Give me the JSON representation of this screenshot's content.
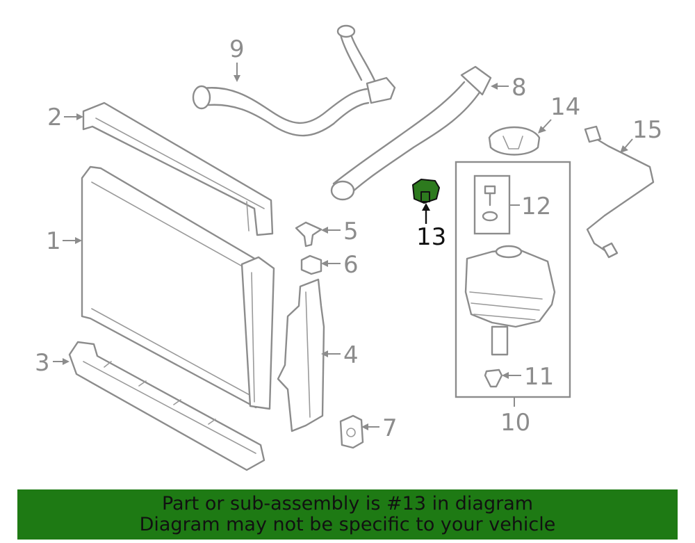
{
  "diagram": {
    "callouts": {
      "c1": "1",
      "c2": "2",
      "c3": "3",
      "c4": "4",
      "c5": "5",
      "c6": "6",
      "c7": "7",
      "c8": "8",
      "c9": "9",
      "c10": "10",
      "c11": "11",
      "c12": "12",
      "c13": "13",
      "c14": "14",
      "c15": "15"
    },
    "highlighted_part": "13",
    "colors": {
      "line": "#8c8c8c",
      "highlight_fill": "#2d7a1e",
      "banner_bg": "#1e7a14",
      "banner_text": "#111111"
    }
  },
  "banner": {
    "line1": "Part or sub-assembly is #13 in diagram",
    "line2": "Diagram may not be specific to your vehicle"
  }
}
